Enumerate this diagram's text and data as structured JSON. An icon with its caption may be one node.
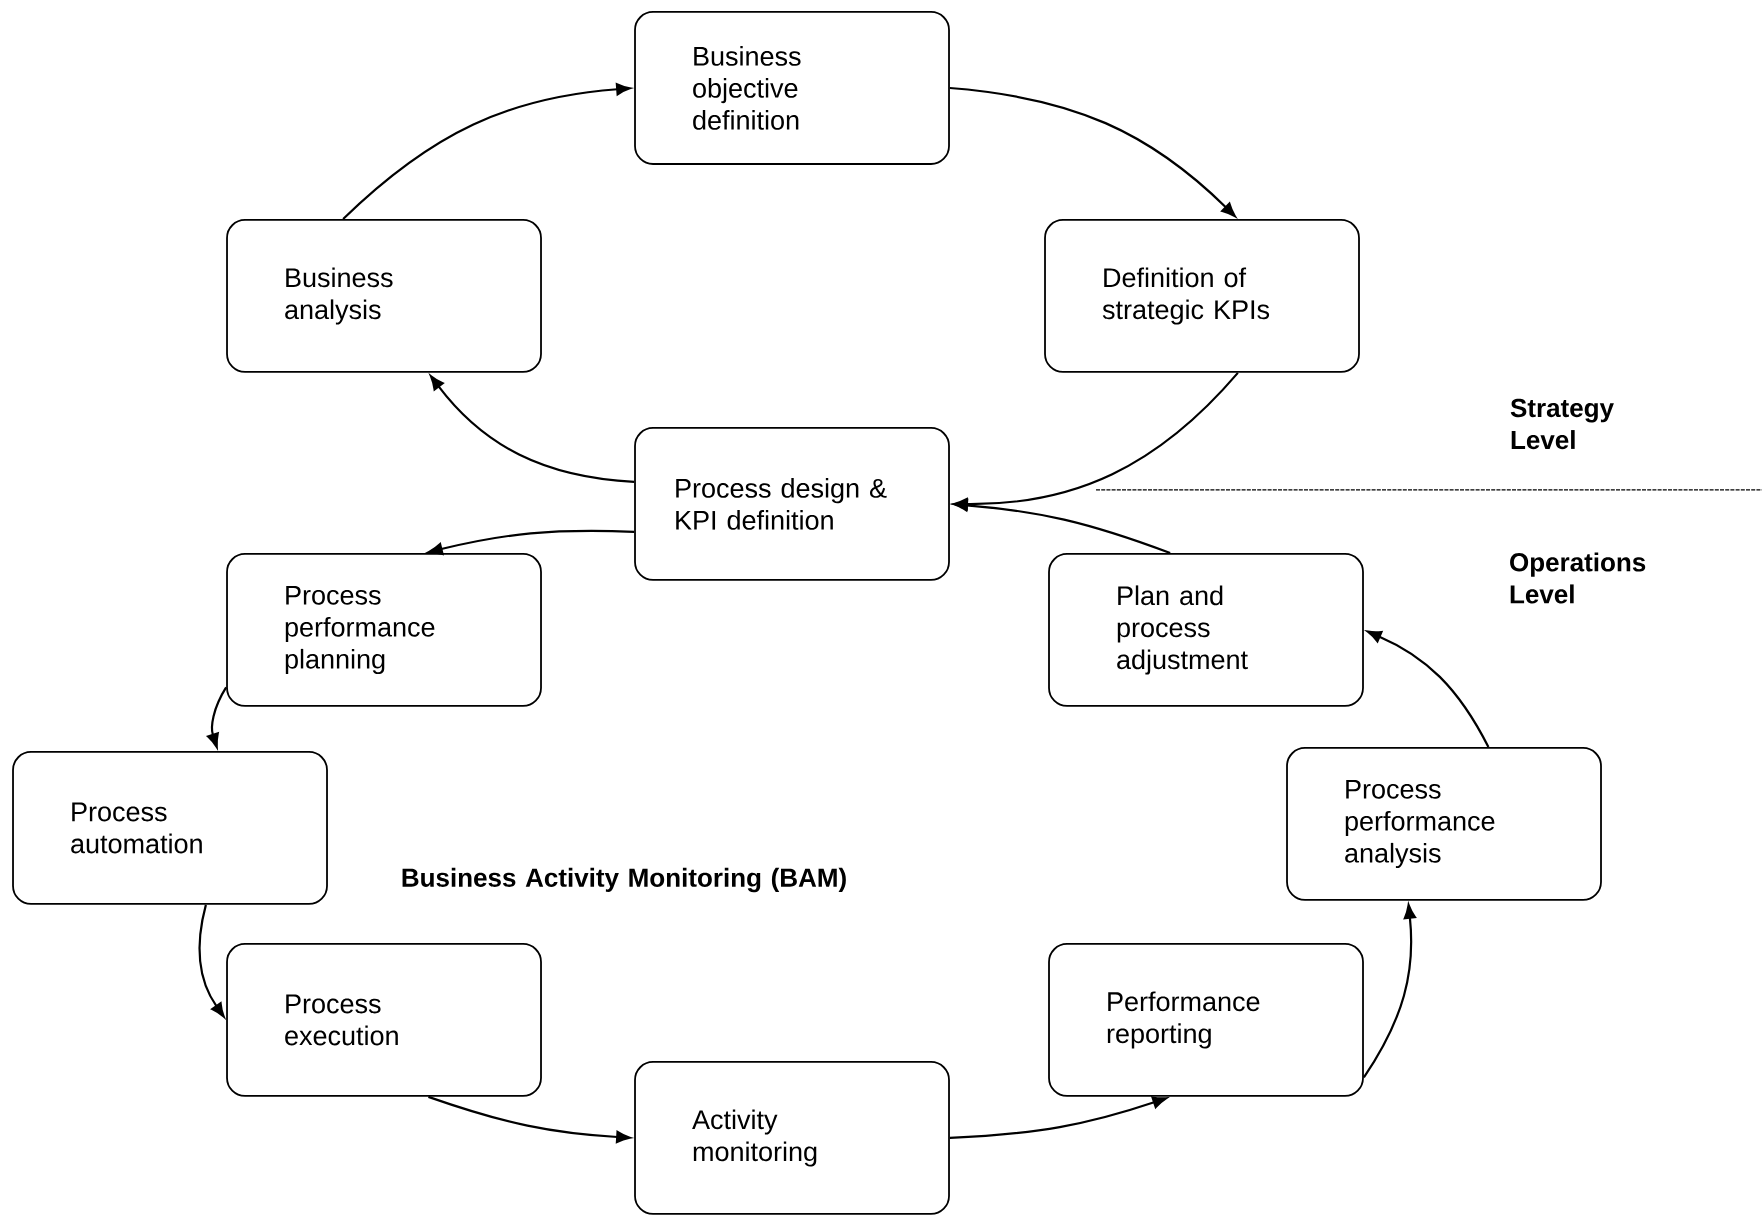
{
  "diagram": {
    "nodes": [
      {
        "text": [
          "Business objective definition"
        ]
      },
      {
        "text": [
          "Business analysis"
        ]
      },
      {
        "text": [
          "Definition of strategic KPIs"
        ]
      },
      {
        "text": [
          "Process design & KPI definition"
        ]
      },
      {
        "text": [
          "Process performance planning"
        ]
      },
      {
        "text": [
          "Plan and process adjustment"
        ]
      },
      {
        "text": [
          "Process automation"
        ]
      },
      {
        "text": [
          "Process performance analysis"
        ]
      },
      {
        "text": [
          "Process execution"
        ]
      },
      {
        "text": [
          "Performance reporting"
        ]
      },
      {
        "text": [
          "Activity monitoring"
        ]
      }
    ],
    "edges": [
      {
        "from": 1,
        "to": 0,
        "arrow": "to"
      },
      {
        "from": 0,
        "to": 2,
        "arrow": "to"
      },
      {
        "from": 2,
        "to": 3,
        "arrow": "to"
      },
      {
        "from": 3,
        "to": 1,
        "arrow": "to"
      },
      {
        "from": 3,
        "to": 4,
        "arrow": "to"
      },
      {
        "from": 4,
        "to": 6,
        "arrow": "to"
      },
      {
        "from": 6,
        "to": 8,
        "arrow": "to"
      },
      {
        "from": 8,
        "to": 10,
        "arrow": "to"
      },
      {
        "from": 10,
        "to": 9,
        "arrow": "to"
      },
      {
        "from": 9,
        "to": 7,
        "arrow": "to"
      },
      {
        "from": 7,
        "to": 5,
        "arrow": "to"
      },
      {
        "from": 5,
        "to": 3,
        "arrow": "to"
      }
    ],
    "labels": [
      "Strategy Level",
      "Operations Level",
      "Business Activity Monitoring (BAM)"
    ]
  }
}
